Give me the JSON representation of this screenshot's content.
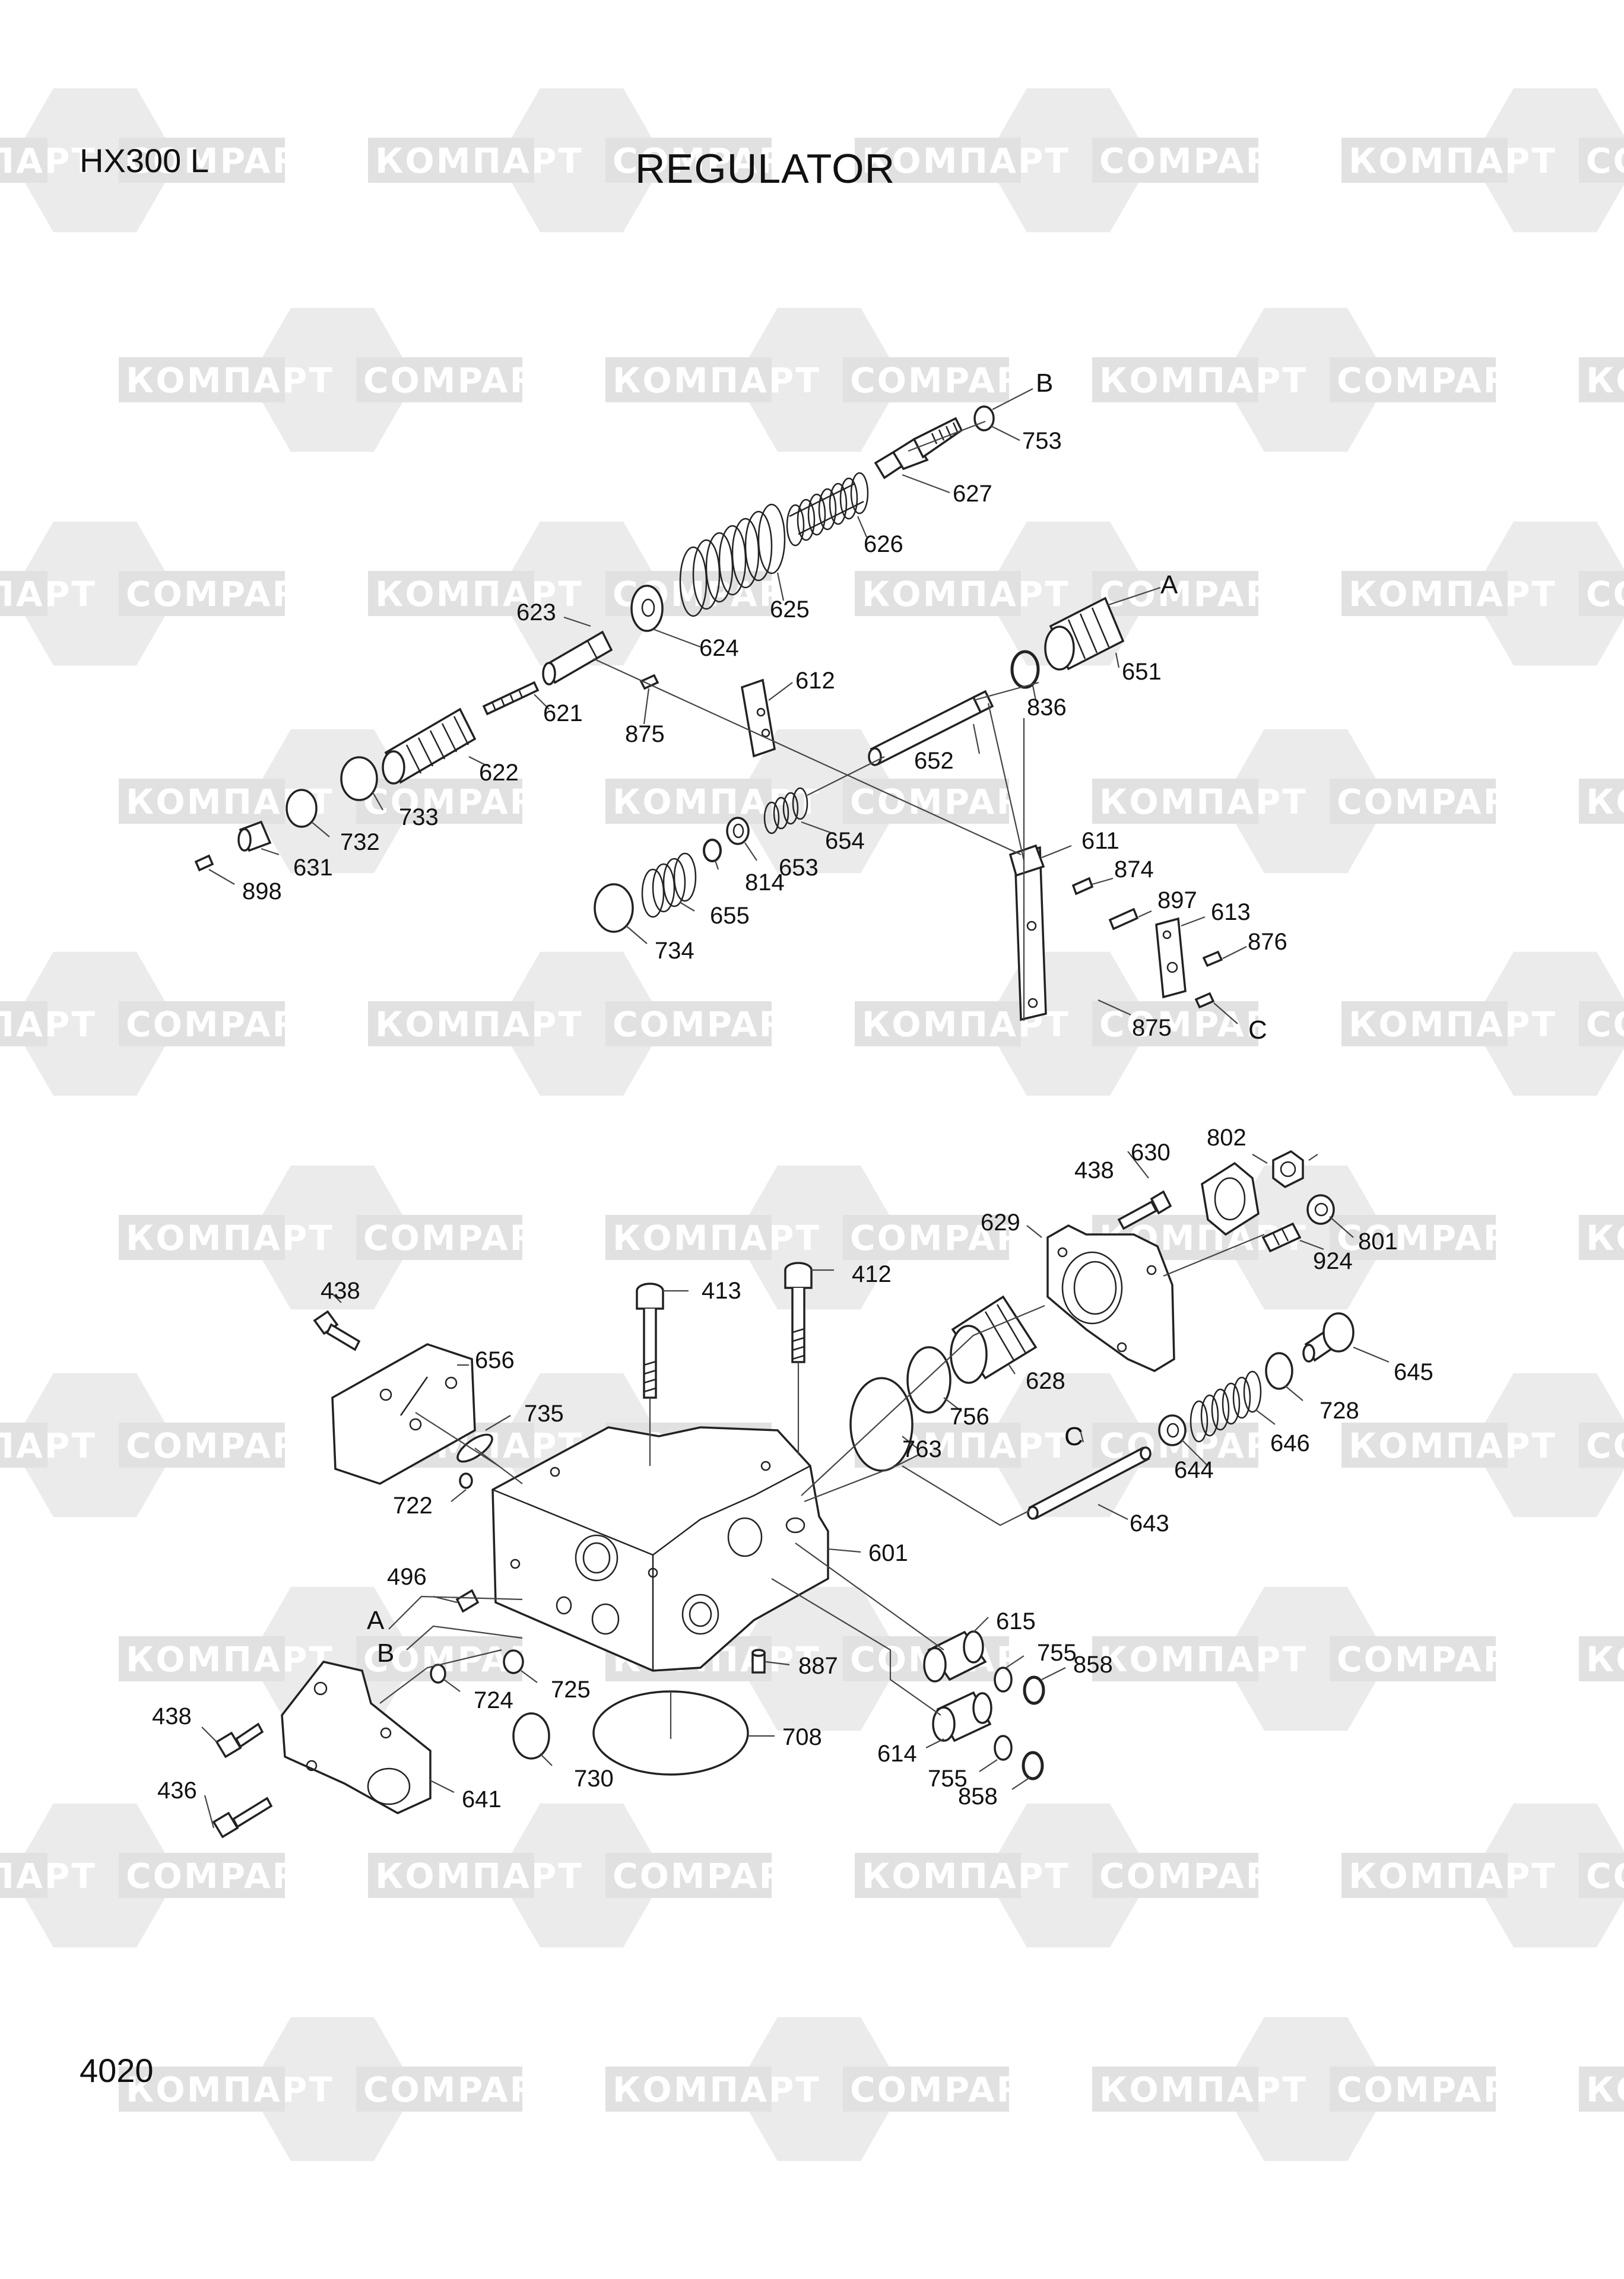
{
  "header": {
    "model": "HX300 L",
    "title": "REGULATOR",
    "page_number": "4020"
  },
  "watermark": {
    "text_cyrillic": "КОМПАРТ",
    "text_latin": "COMPART"
  },
  "callouts": [
    {
      "id": "B-top",
      "text": "B"
    },
    {
      "id": "753",
      "text": "753"
    },
    {
      "id": "627",
      "text": "627"
    },
    {
      "id": "626",
      "text": "626"
    },
    {
      "id": "625",
      "text": "625"
    },
    {
      "id": "624",
      "text": "624"
    },
    {
      "id": "623",
      "text": "623"
    },
    {
      "id": "A-top",
      "text": "A"
    },
    {
      "id": "651",
      "text": "651"
    },
    {
      "id": "836",
      "text": "836"
    },
    {
      "id": "612",
      "text": "612"
    },
    {
      "id": "621",
      "text": "621"
    },
    {
      "id": "875a",
      "text": "875"
    },
    {
      "id": "622",
      "text": "622"
    },
    {
      "id": "652",
      "text": "652"
    },
    {
      "id": "733",
      "text": "733"
    },
    {
      "id": "732",
      "text": "732"
    },
    {
      "id": "631",
      "text": "631"
    },
    {
      "id": "898",
      "text": "898"
    },
    {
      "id": "654",
      "text": "654"
    },
    {
      "id": "653",
      "text": "653"
    },
    {
      "id": "814",
      "text": "814"
    },
    {
      "id": "655",
      "text": "655"
    },
    {
      "id": "734",
      "text": "734"
    },
    {
      "id": "611",
      "text": "611"
    },
    {
      "id": "874",
      "text": "874"
    },
    {
      "id": "897",
      "text": "897"
    },
    {
      "id": "613",
      "text": "613"
    },
    {
      "id": "876",
      "text": "876"
    },
    {
      "id": "875b",
      "text": "875"
    },
    {
      "id": "C-top",
      "text": "C"
    },
    {
      "id": "802",
      "text": "802"
    },
    {
      "id": "630",
      "text": "630"
    },
    {
      "id": "438a",
      "text": "438"
    },
    {
      "id": "629",
      "text": "629"
    },
    {
      "id": "801",
      "text": "801"
    },
    {
      "id": "924",
      "text": "924"
    },
    {
      "id": "413",
      "text": "413"
    },
    {
      "id": "412",
      "text": "412"
    },
    {
      "id": "438b",
      "text": "438"
    },
    {
      "id": "656",
      "text": "656"
    },
    {
      "id": "735",
      "text": "735"
    },
    {
      "id": "722",
      "text": "722"
    },
    {
      "id": "628",
      "text": "628"
    },
    {
      "id": "645",
      "text": "645"
    },
    {
      "id": "756",
      "text": "756"
    },
    {
      "id": "763",
      "text": "763"
    },
    {
      "id": "728",
      "text": "728"
    },
    {
      "id": "646",
      "text": "646"
    },
    {
      "id": "644",
      "text": "644"
    },
    {
      "id": "C-mid",
      "text": "C"
    },
    {
      "id": "643",
      "text": "643"
    },
    {
      "id": "601",
      "text": "601"
    },
    {
      "id": "496",
      "text": "496"
    },
    {
      "id": "A-mid",
      "text": "A"
    },
    {
      "id": "B-mid",
      "text": "B"
    },
    {
      "id": "615",
      "text": "615"
    },
    {
      "id": "755a",
      "text": "755"
    },
    {
      "id": "858a",
      "text": "858"
    },
    {
      "id": "887",
      "text": "887"
    },
    {
      "id": "724",
      "text": "724"
    },
    {
      "id": "725",
      "text": "725"
    },
    {
      "id": "708",
      "text": "708"
    },
    {
      "id": "614",
      "text": "614"
    },
    {
      "id": "755b",
      "text": "755"
    },
    {
      "id": "858b",
      "text": "858"
    },
    {
      "id": "438c",
      "text": "438"
    },
    {
      "id": "730",
      "text": "730"
    },
    {
      "id": "436",
      "text": "436"
    },
    {
      "id": "641",
      "text": "641"
    }
  ]
}
